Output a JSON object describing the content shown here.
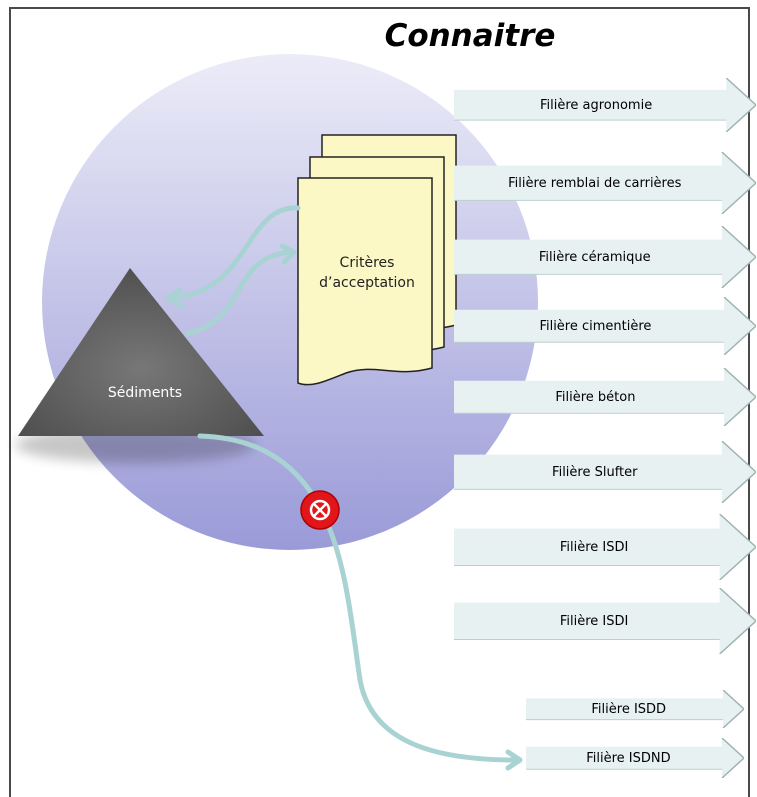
{
  "title": "Connaitre",
  "criteria": {
    "label_line1": "Critères",
    "label_line2": "d’acceptation"
  },
  "sediments": {
    "label": "Sédiments"
  },
  "filieres": [
    "Filière agronomie",
    "Filière remblai de carrières",
    "Filière céramique",
    "Filière cimentière",
    "Filière béton",
    "Filière Slufter",
    "Filière ISDI",
    "Filière ISDI",
    "Filière ISDD",
    "Filière ISDND"
  ],
  "colors": {
    "circle_top": "#e6e6f7",
    "circle_bottom": "#9c9cd9",
    "arrow_fill": "#e7f1f1",
    "document_fill": "#fbf8c6",
    "triangle": "#5e5e5e",
    "connector": "#a9d3d3",
    "blocked_marker": "#e0161b"
  }
}
